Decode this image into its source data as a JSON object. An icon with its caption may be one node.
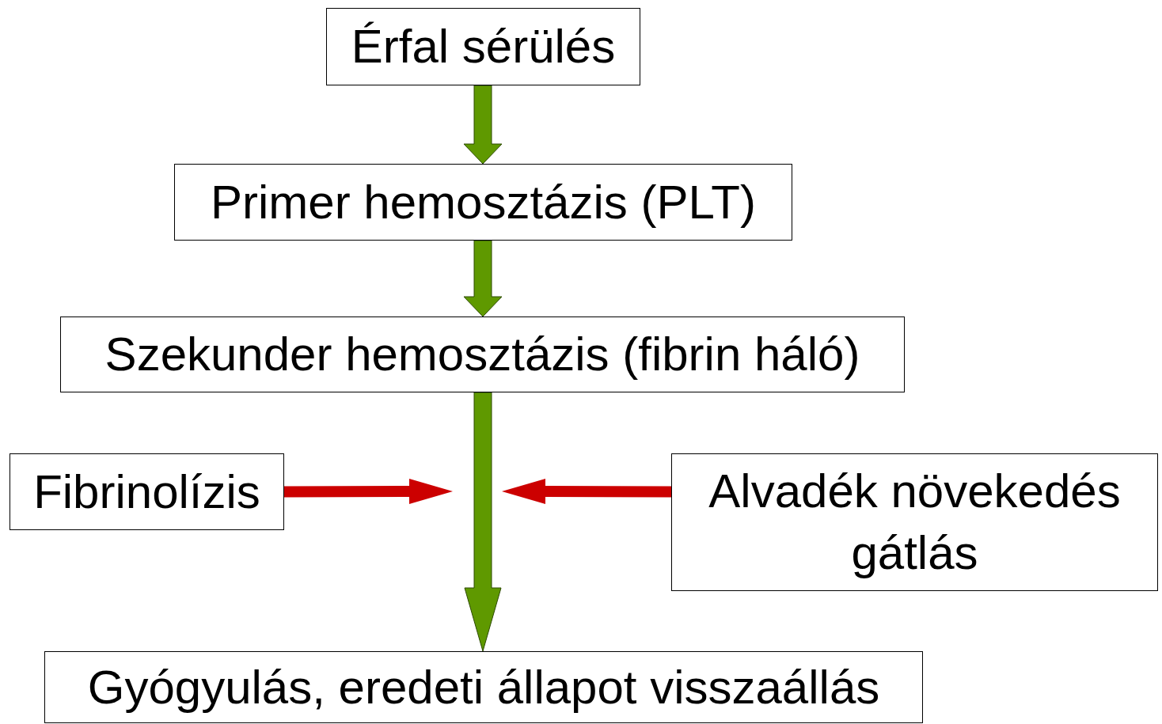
{
  "diagram": {
    "nodes": [
      {
        "text": [
          "Érfal sérülés"
        ]
      },
      {
        "text": [
          "Primer hemosztázis (PLT)"
        ]
      },
      {
        "text": [
          "Szekunder hemosztázis (fibrin háló)"
        ]
      },
      {
        "text": [
          "Fibrinolízis"
        ]
      },
      {
        "text": [
          "Alvadék növekedés gátlás"
        ]
      },
      {
        "text": [
          "Gyógyulás, eredeti állapot visszaállás"
        ]
      }
    ],
    "edges": [
      {
        "from": 0,
        "to": 1,
        "arrow": "to"
      },
      {
        "from": 1,
        "to": 2,
        "arrow": "to"
      },
      {
        "from": 2,
        "to": 5,
        "arrow": "to"
      },
      {
        "from": 3,
        "to": null,
        "arrow": "to",
        "color": "#cc0000"
      },
      {
        "from": 4,
        "to": null,
        "arrow": "to",
        "color": "#cc0000"
      }
    ]
  }
}
